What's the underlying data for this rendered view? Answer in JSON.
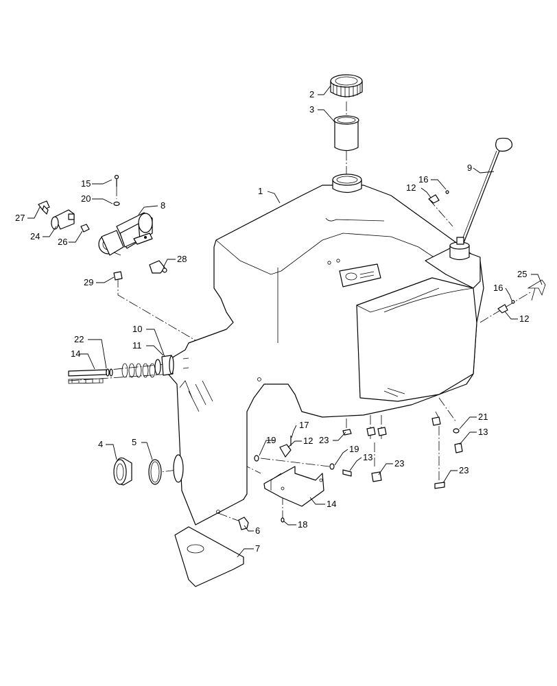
{
  "callouts": [
    {
      "id": "c1",
      "text": "1"
    },
    {
      "id": "c2",
      "text": "2"
    },
    {
      "id": "c3",
      "text": "3"
    },
    {
      "id": "c4",
      "text": "4"
    },
    {
      "id": "c5",
      "text": "5"
    },
    {
      "id": "c6",
      "text": "6"
    },
    {
      "id": "c7",
      "text": "7"
    },
    {
      "id": "c8",
      "text": "8"
    },
    {
      "id": "c9",
      "text": "9"
    },
    {
      "id": "c10",
      "text": "10"
    },
    {
      "id": "c11",
      "text": "11"
    },
    {
      "id": "c12a",
      "text": "12"
    },
    {
      "id": "c12b",
      "text": "12"
    },
    {
      "id": "c12c",
      "text": "12"
    },
    {
      "id": "c13a",
      "text": "13"
    },
    {
      "id": "c13b",
      "text": "13"
    },
    {
      "id": "c14a",
      "text": "14"
    },
    {
      "id": "c14b",
      "text": "14"
    },
    {
      "id": "c15",
      "text": "15"
    },
    {
      "id": "c16a",
      "text": "16"
    },
    {
      "id": "c16b",
      "text": "16"
    },
    {
      "id": "c17",
      "text": "17"
    },
    {
      "id": "c18",
      "text": "18"
    },
    {
      "id": "c19a",
      "text": "19"
    },
    {
      "id": "c19b",
      "text": "19"
    },
    {
      "id": "c20",
      "text": "20"
    },
    {
      "id": "c21",
      "text": "21"
    },
    {
      "id": "c22",
      "text": "22"
    },
    {
      "id": "c23a",
      "text": "23"
    },
    {
      "id": "c23b",
      "text": "23"
    },
    {
      "id": "c23c",
      "text": "23"
    },
    {
      "id": "c24",
      "text": "24"
    },
    {
      "id": "c25",
      "text": "25"
    },
    {
      "id": "c26",
      "text": "26"
    },
    {
      "id": "c27",
      "text": "27"
    },
    {
      "id": "c28",
      "text": "28"
    },
    {
      "id": "c29",
      "text": "29"
    }
  ]
}
